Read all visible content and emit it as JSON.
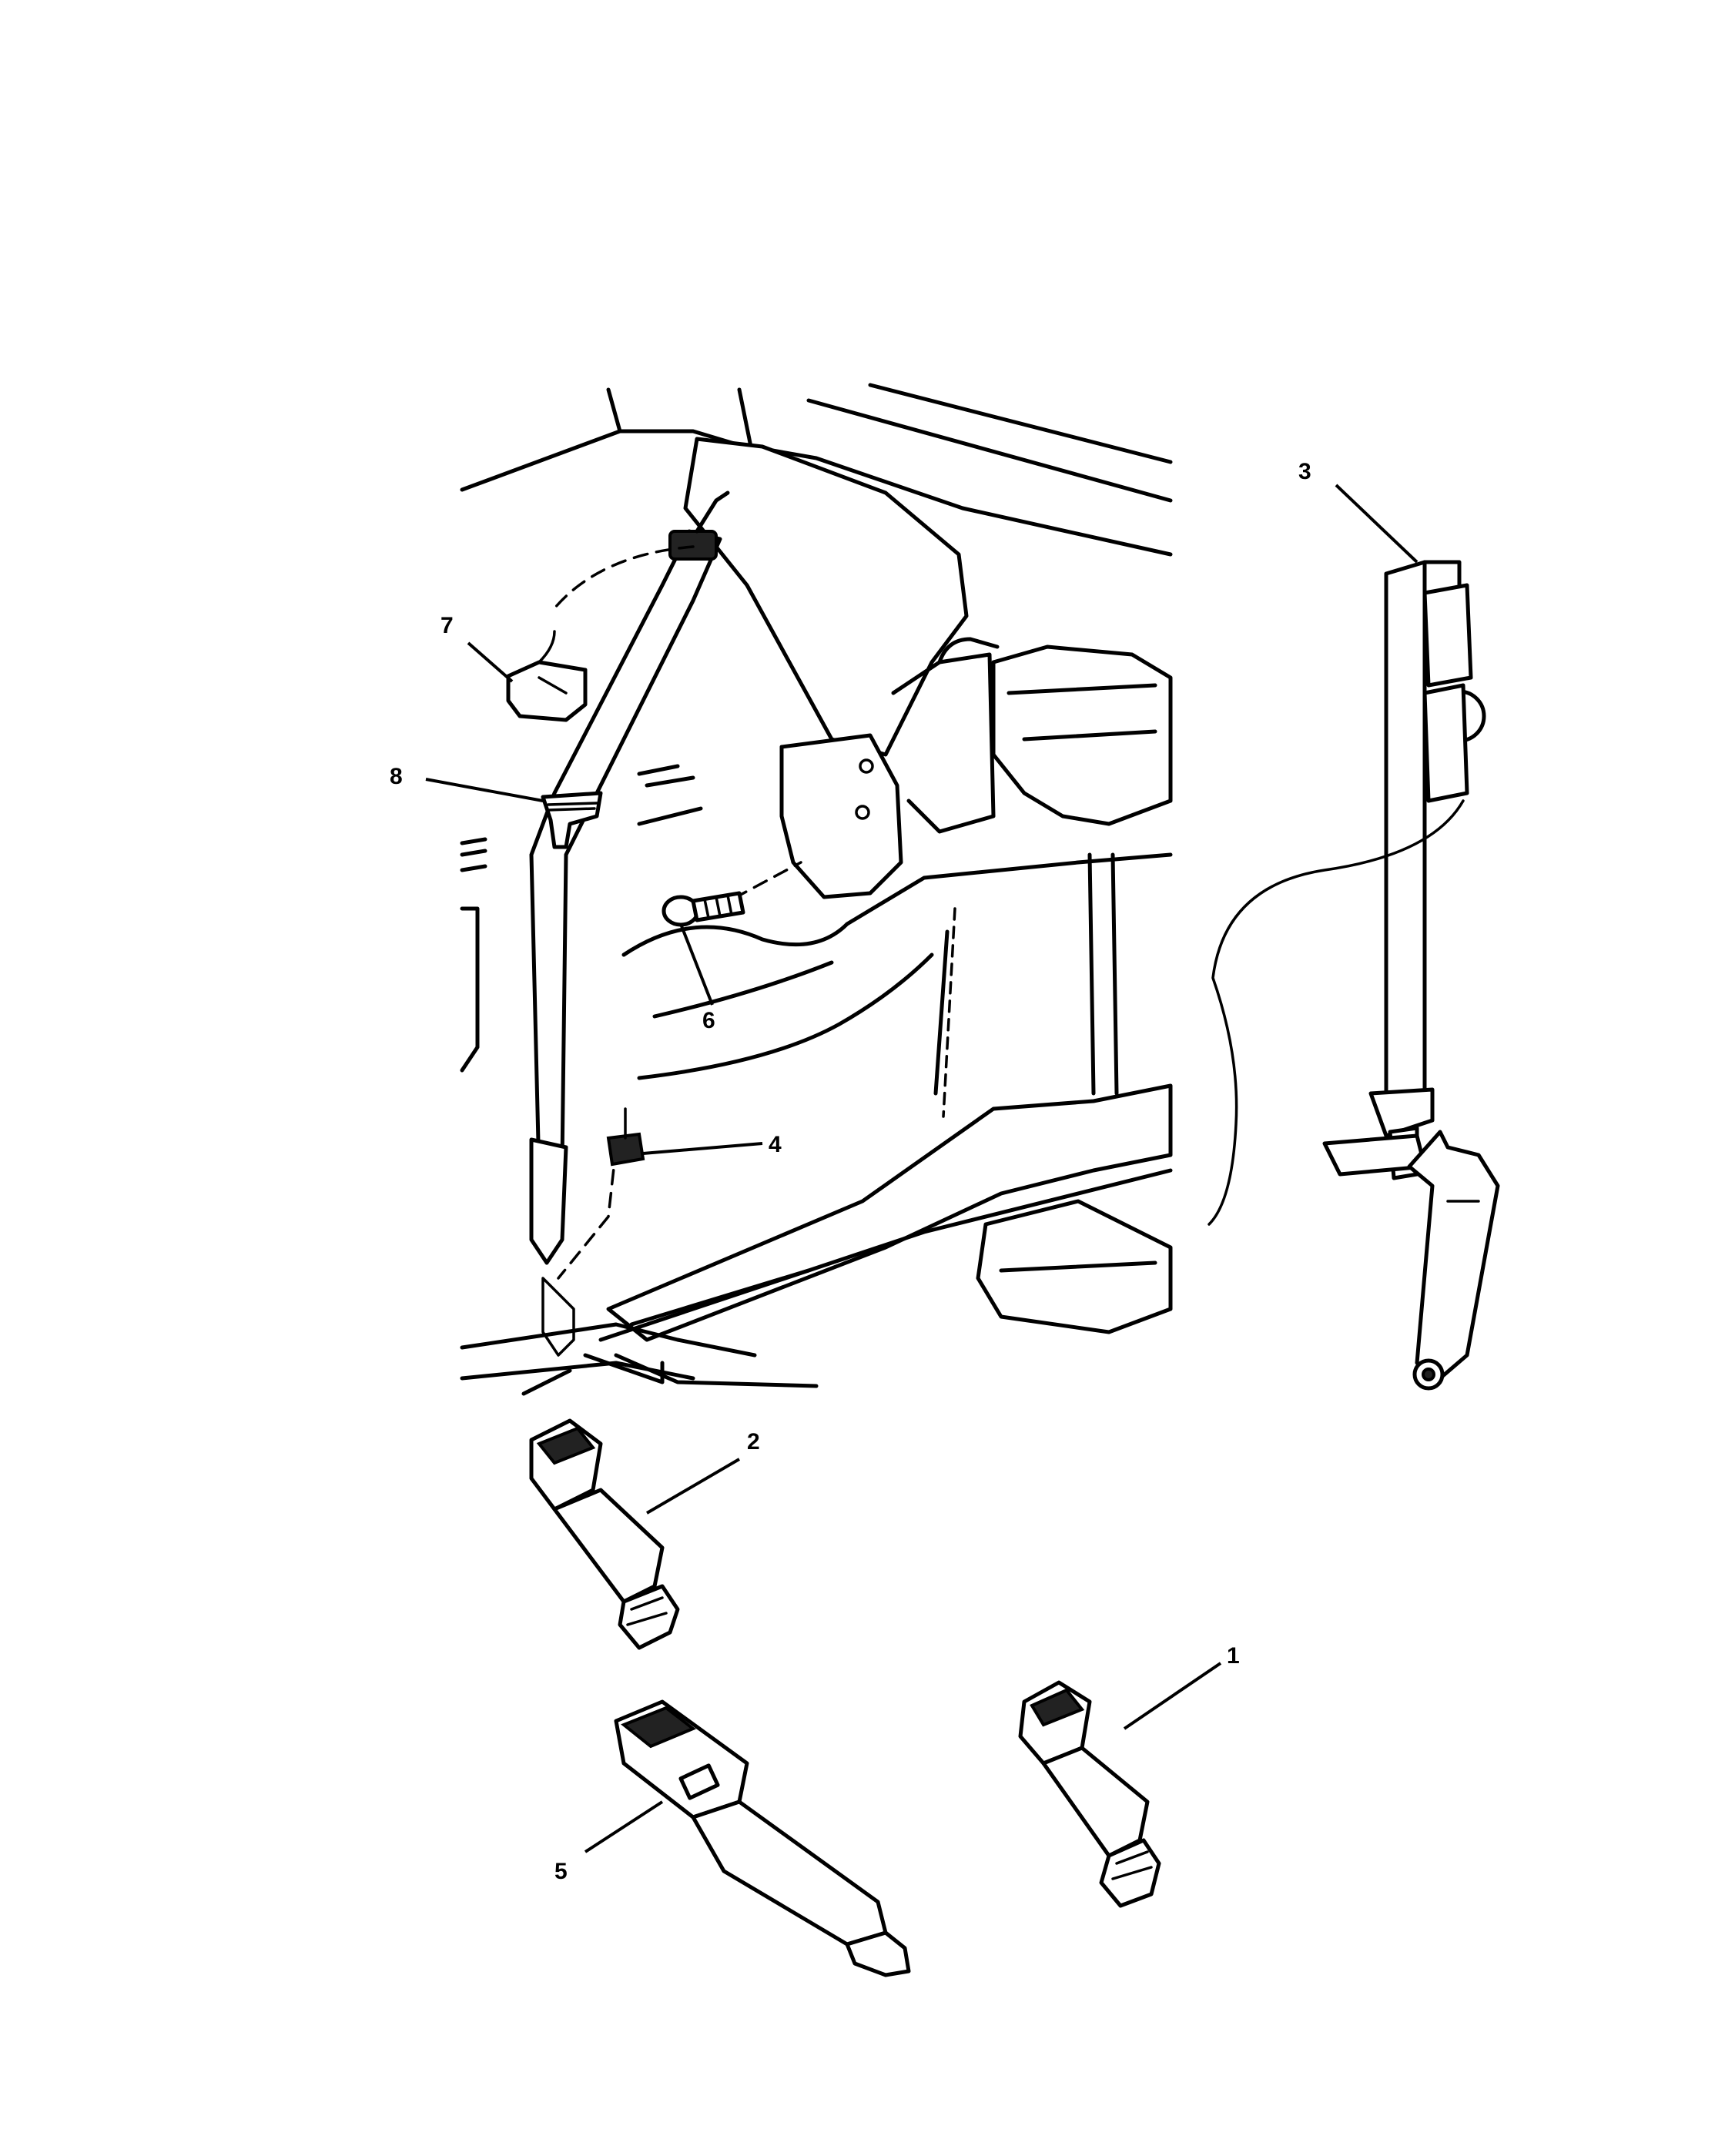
{
  "callouts": [
    {
      "number": "1",
      "part": "buckle"
    },
    {
      "number": "2",
      "part": "buckle"
    },
    {
      "number": "3",
      "part": "seat-belt-retractor-assembly"
    },
    {
      "number": "4",
      "part": "clip"
    },
    {
      "number": "5",
      "part": "buckle"
    },
    {
      "number": "6",
      "part": "bolt"
    },
    {
      "number": "7",
      "part": "cover"
    },
    {
      "number": "8",
      "part": "guide"
    }
  ]
}
